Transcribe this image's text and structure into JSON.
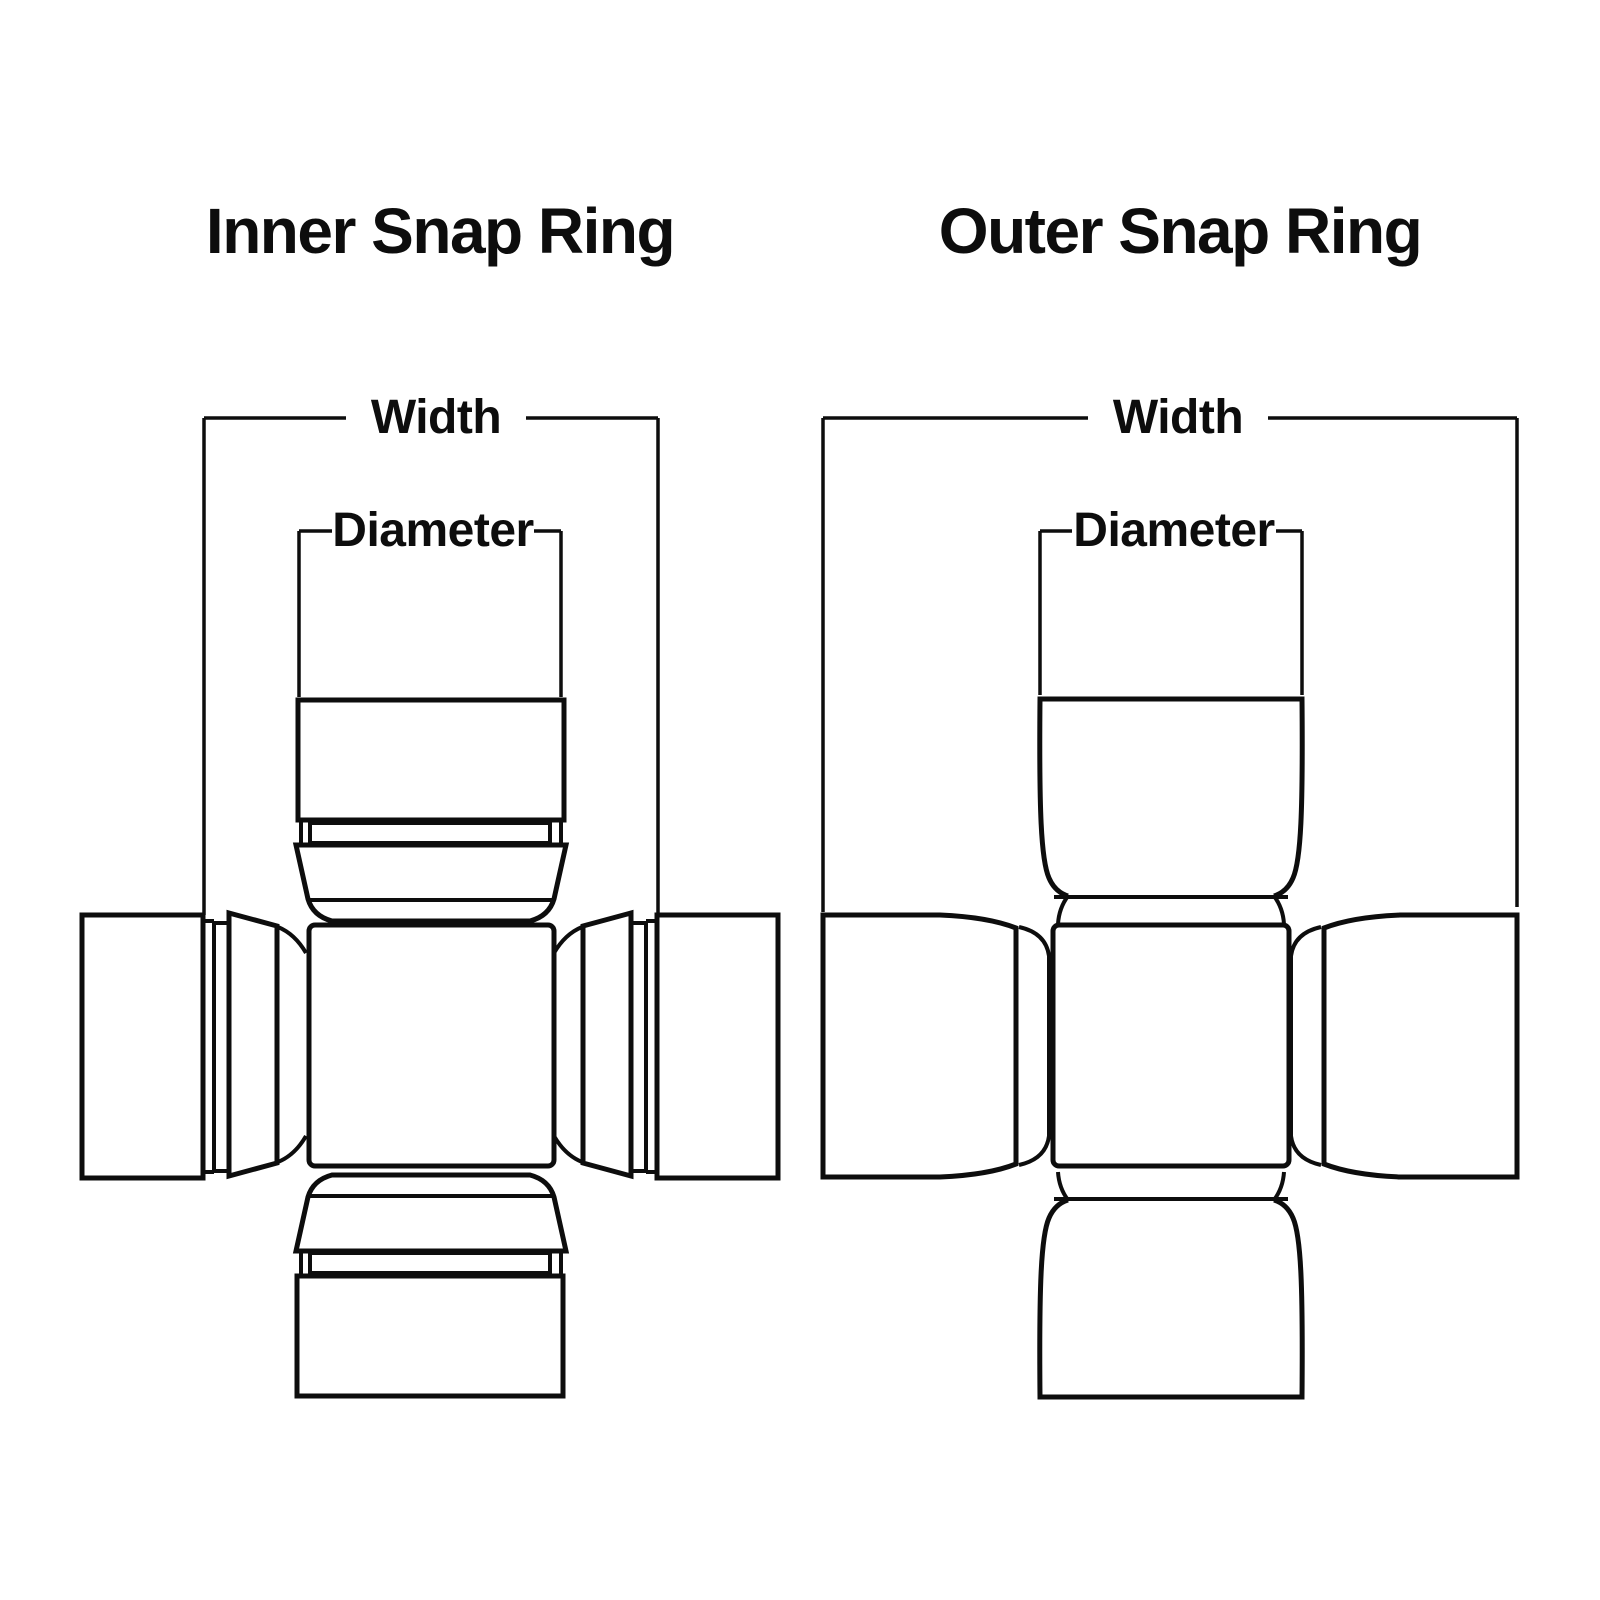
{
  "page": {
    "background": "#ffffff",
    "line_color": "#0d0d0d"
  },
  "figures": [
    {
      "title": "Inner Snap Ring",
      "width_label": "Width",
      "diameter_label": "Diameter"
    },
    {
      "title": "Outer Snap Ring",
      "width_label": "Width",
      "diameter_label": "Diameter"
    }
  ]
}
